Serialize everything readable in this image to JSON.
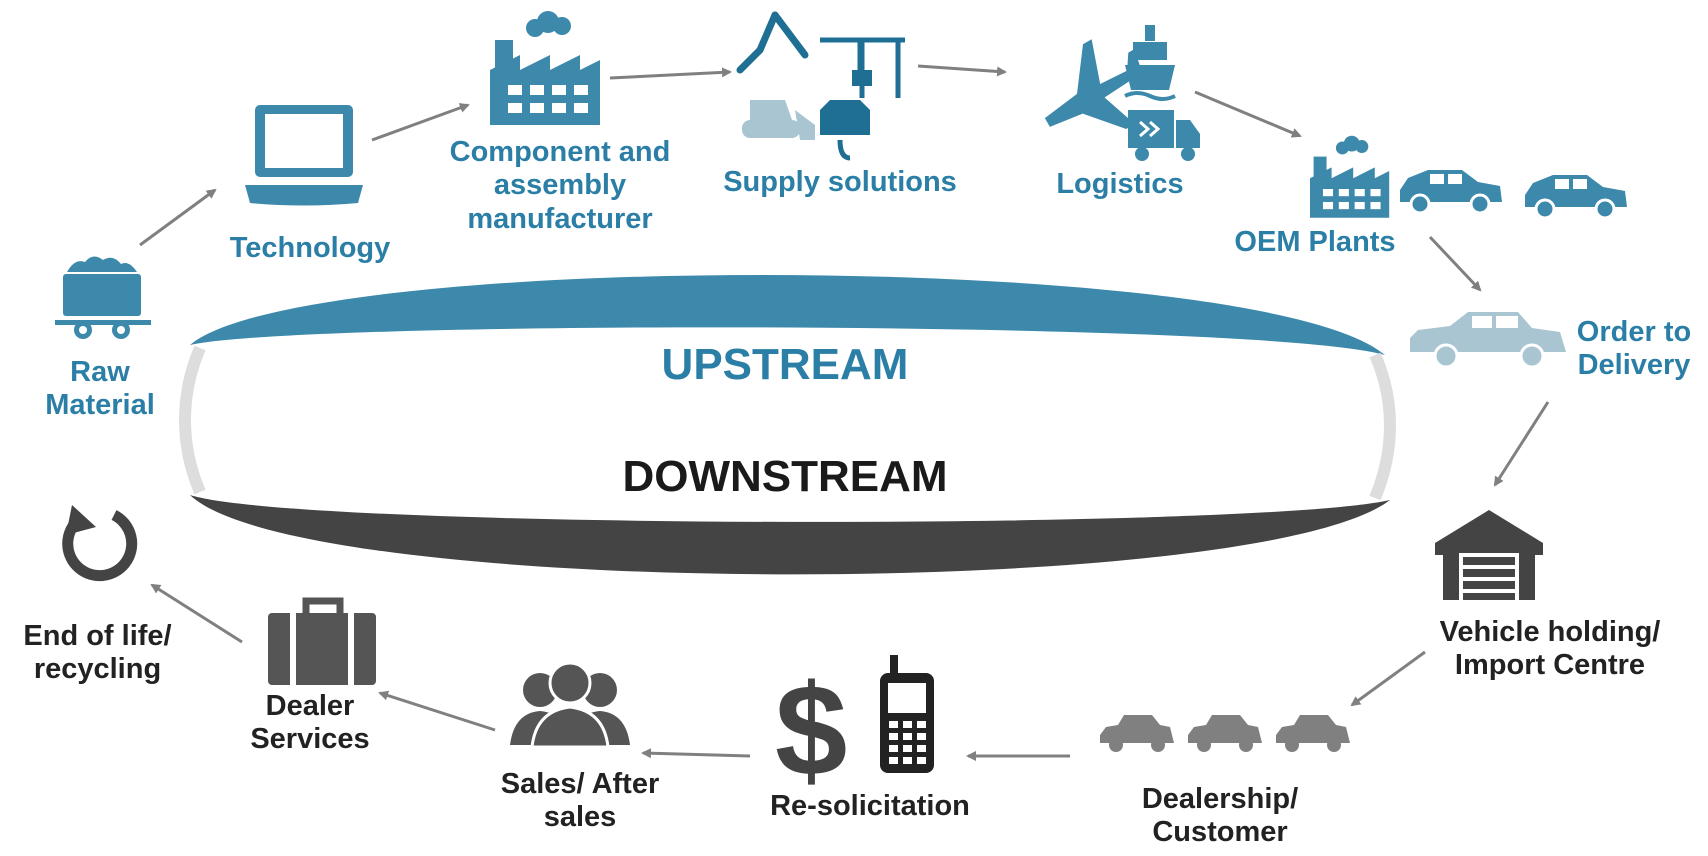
{
  "colors": {
    "upstream": "#3c89ac",
    "upstream_text": "#2b7fa6",
    "downstream": "#444444",
    "downstream_text": "#222222",
    "arrow": "#808080",
    "light": "#a9c5d2",
    "ring": "#dddddd"
  },
  "center": {
    "upstream": "UPSTREAM",
    "downstream": "DOWNSTREAM"
  },
  "upstream_steps": [
    {
      "id": "raw-material",
      "label": "Raw\nMaterial",
      "icon": "mine-cart-icon"
    },
    {
      "id": "technology",
      "label": "Technology",
      "icon": "laptop-icon"
    },
    {
      "id": "component-manufacturer",
      "label": "Component and\nassembly\nmanufacturer",
      "icon": "factory-icon"
    },
    {
      "id": "supply-solutions",
      "label": "Supply solutions",
      "icon": "crane-icon"
    },
    {
      "id": "logistics",
      "label": "Logistics",
      "icon": "transport-icon"
    },
    {
      "id": "oem-plants",
      "label": "OEM Plants",
      "icon": "factory-cars-icon"
    },
    {
      "id": "order-to-delivery",
      "label": "Order to\nDelivery",
      "icon": "car-icon"
    }
  ],
  "downstream_steps": [
    {
      "id": "vehicle-holding",
      "label": "Vehicle holding/\nImport Centre",
      "icon": "warehouse-icon"
    },
    {
      "id": "dealership",
      "label": "Dealership/\nCustomer",
      "icon": "cars-icon"
    },
    {
      "id": "re-solicitation",
      "label": "Re-solicitation",
      "icon": "dollar-phone-icon"
    },
    {
      "id": "sales",
      "label": "Sales/ After\nsales",
      "icon": "people-icon"
    },
    {
      "id": "dealer-services",
      "label": "Dealer\nServices",
      "icon": "briefcase-icon"
    },
    {
      "id": "end-of-life",
      "label": "End of life/\nrecycling",
      "icon": "recycle-icon"
    }
  ]
}
